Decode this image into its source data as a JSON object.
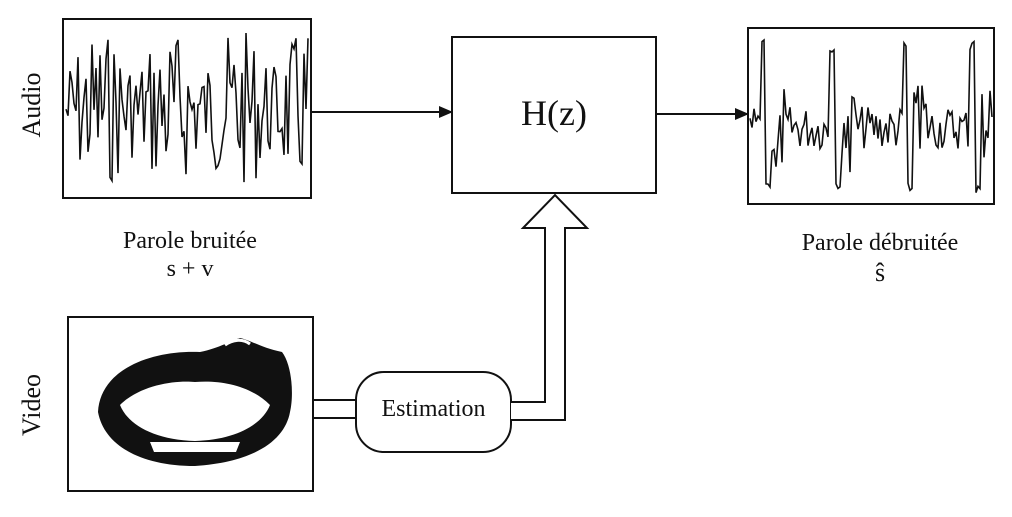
{
  "rows": {
    "audio_label": "Audio",
    "video_label": "Video"
  },
  "noisy_speech": {
    "caption": "Parole bruitée",
    "formula": "s + v"
  },
  "filter": {
    "label": "H(z)"
  },
  "denoised_speech": {
    "caption": "Parole débruitée",
    "formula": "ŝ"
  },
  "estimator": {
    "label": "Estimation"
  },
  "colors": {
    "ink": "#111111",
    "background": "#ffffff"
  },
  "icons": {
    "lips": "lips-icon",
    "noisy_waveform": "noisy-waveform-icon",
    "clean_waveform": "clean-waveform-icon"
  }
}
